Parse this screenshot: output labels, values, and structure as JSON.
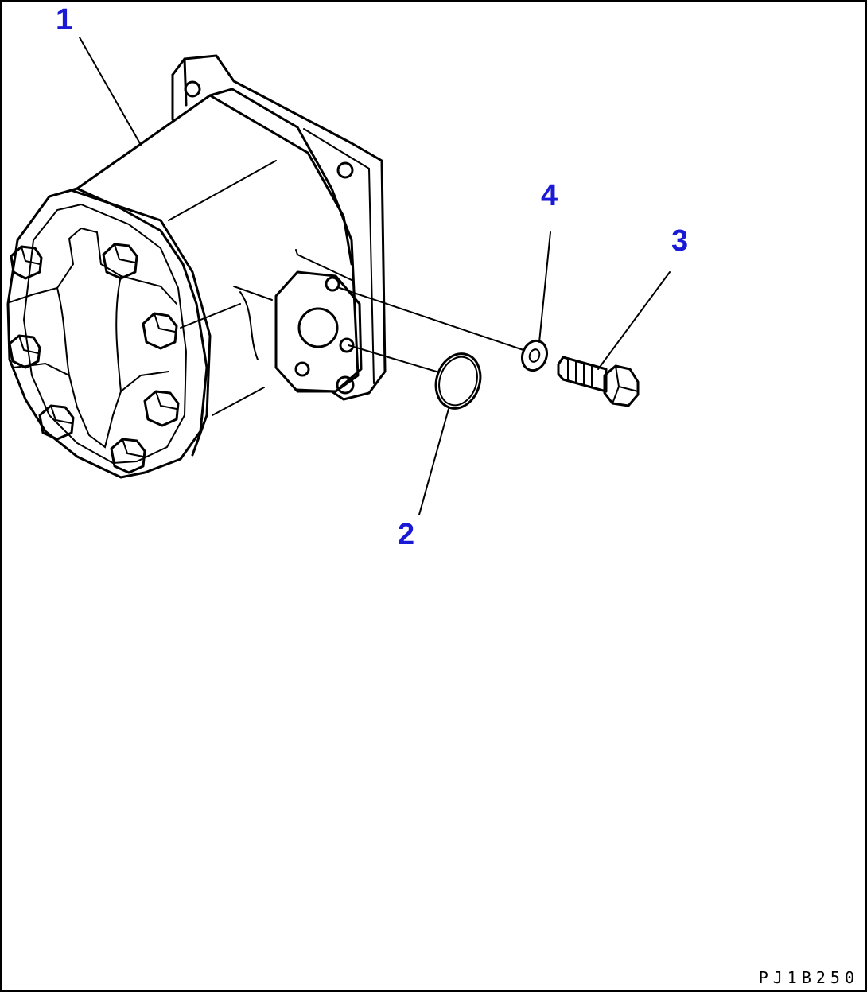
{
  "callouts": {
    "part_1": "1",
    "part_2": "2",
    "part_3": "3",
    "part_4": "4"
  },
  "drawing_code": "PJ1B250",
  "colors": {
    "callout": "#1a1ad6",
    "line": "#000000",
    "background": "#ffffff"
  }
}
